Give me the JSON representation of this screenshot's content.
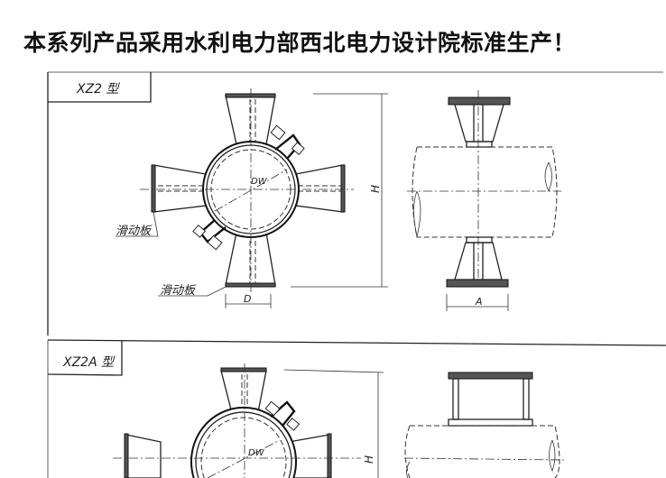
{
  "title": "本系列产品采用水利电力部西北电力设计院标准生产！",
  "drawings": [
    {
      "type_label": "XZ2 型",
      "pipe_label": "DW",
      "slide_plate_label_1": "滑动板",
      "slide_plate_label_2": "滑动板",
      "dim_height": "H",
      "dim_width_front": "D",
      "dim_width_side": "A"
    },
    {
      "type_label": "XZ2A 型",
      "pipe_label": "DW",
      "dim_height": "H"
    }
  ]
}
